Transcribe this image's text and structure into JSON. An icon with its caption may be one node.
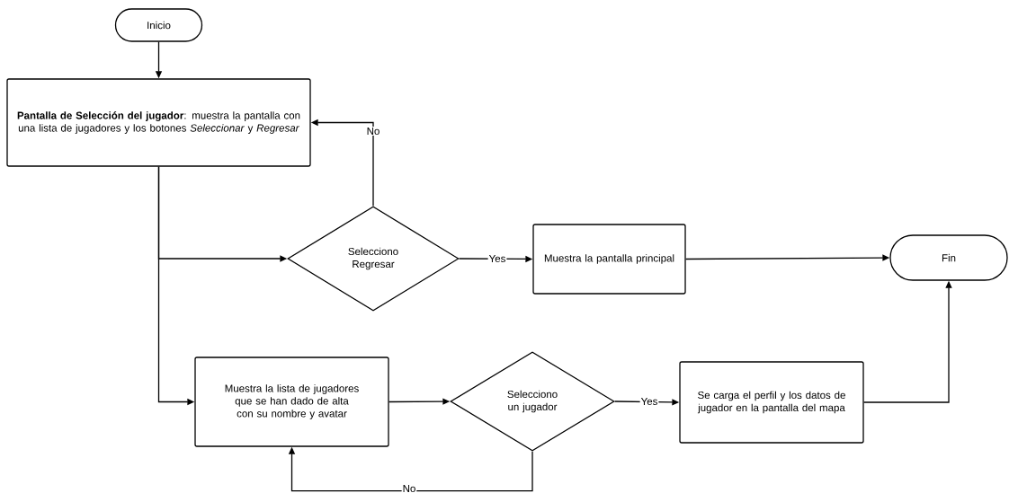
{
  "diagram": {
    "nodes": [
      {
        "text": [
          "Inicio"
        ]
      },
      {
        "text": [
          "**Pantalla de Selección del jugador**: muestra la pantalla con una lista de jugadores y los botones *Seleccionar* y *Regresar*"
        ]
      },
      {
        "text": [
          "Selecciono Regresar"
        ]
      },
      {
        "text": [
          "Muestra la pantalla principal"
        ]
      },
      {
        "text": [
          "Fin"
        ]
      },
      {
        "text": [
          "Muestra la lista de jugadores que se han dado de alta con su nombre y avatar"
        ]
      },
      {
        "text": [
          "Selecciono un jugador"
        ]
      },
      {
        "text": [
          "Se carga el perfil y los datos de jugador en la pantalla del mapa"
        ]
      }
    ],
    "edges": [
      {
        "from": 0,
        "to": 1,
        "arrow": "to"
      },
      {
        "from": 1,
        "to": 2,
        "arrow": "to"
      },
      {
        "from": 2,
        "to": 1,
        "arrow": "to",
        "label": "No"
      },
      {
        "from": 2,
        "to": 3,
        "arrow": "to",
        "label": "Yes"
      },
      {
        "from": 3,
        "to": 4,
        "arrow": "to"
      },
      {
        "from": 1,
        "to": 5,
        "arrow": "to"
      },
      {
        "from": 5,
        "to": 6,
        "arrow": "to"
      },
      {
        "from": 6,
        "to": 7,
        "arrow": "to",
        "label": "Yes"
      },
      {
        "from": 7,
        "to": 4,
        "arrow": "to"
      },
      {
        "from": 6,
        "to": 5,
        "arrow": "to",
        "label": "No"
      }
    ]
  }
}
